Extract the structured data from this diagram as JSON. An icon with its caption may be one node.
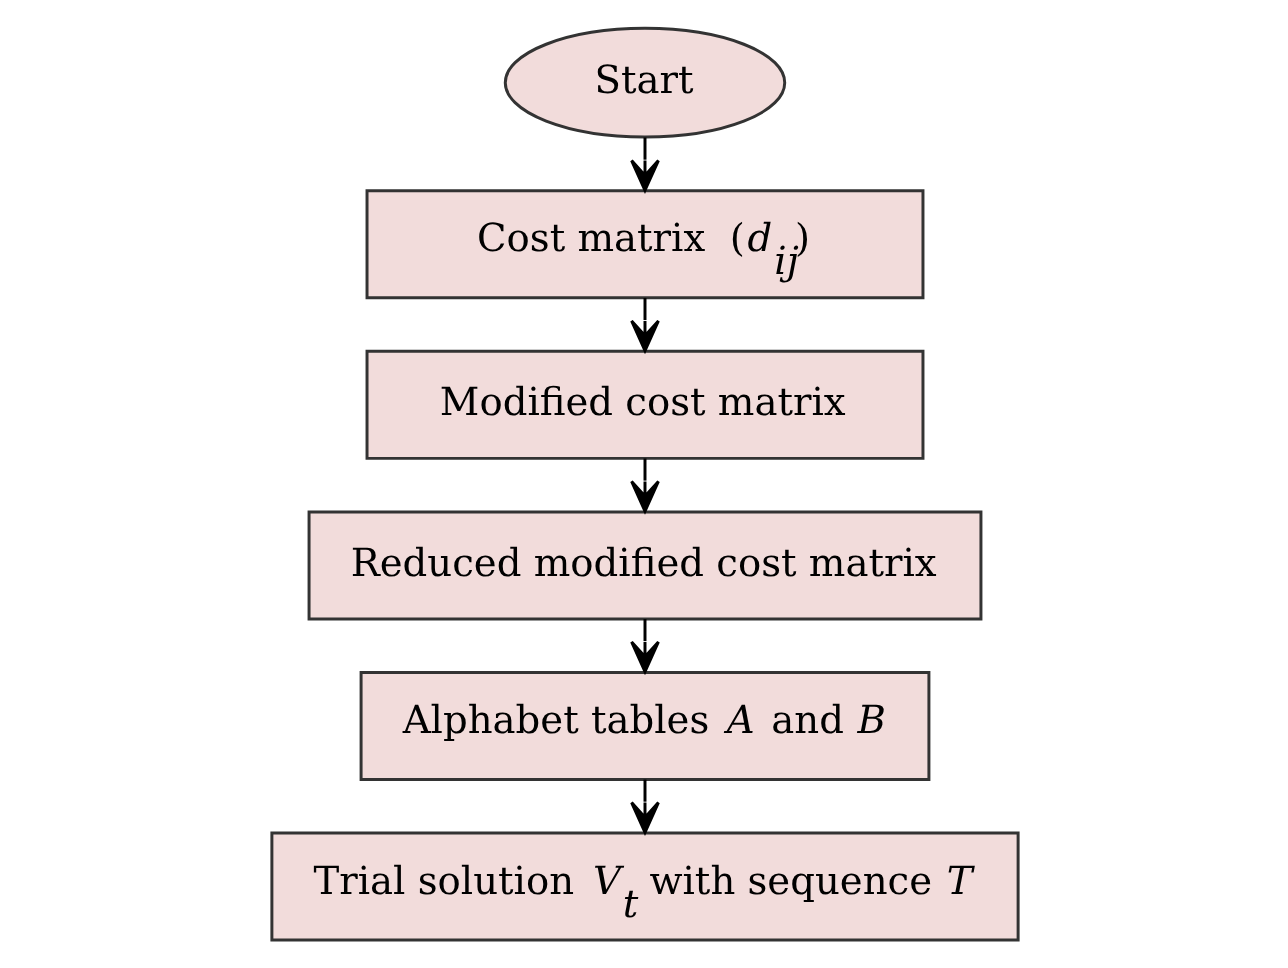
{
  "diagram": {
    "nodes": [
      {
        "text": [
          "Start"
        ]
      },
      {
        "text": [
          "Cost matrix  (*d*$_{ij}$)"
        ]
      },
      {
        "text": [
          "Modified cost matrix"
        ]
      },
      {
        "text": [
          "Reduced modified cost matrix"
        ]
      },
      {
        "text": [
          "Alphabet tables *A* and *B*"
        ]
      },
      {
        "text": [
          "Trial solution *V*$_{t}$ with sequence *T*"
        ]
      }
    ],
    "edges": [
      {
        "from": 0,
        "to": 1,
        "arrow": "to"
      },
      {
        "from": 1,
        "to": 2,
        "arrow": "to"
      },
      {
        "from": 2,
        "to": 3,
        "arrow": "to"
      },
      {
        "from": 3,
        "to": 4,
        "arrow": "to"
      },
      {
        "from": 4,
        "to": 5,
        "arrow": "to"
      }
    ]
  }
}
